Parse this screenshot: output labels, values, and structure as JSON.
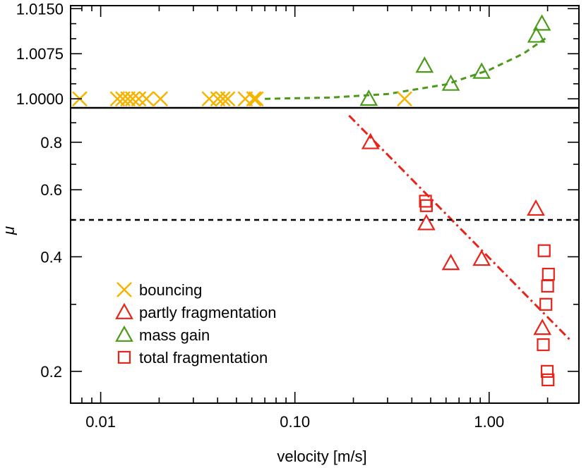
{
  "chart_data": {
    "type": "scatter",
    "xlabel": "velocity [m/s]",
    "ylabel": "μ",
    "x_scale": "log",
    "xlim": [
      0.007,
      2.9
    ],
    "upper_panel": {
      "ylim": [
        0.9985,
        1.0155
      ],
      "yticks": [
        {
          "value": 1.0,
          "label": "1.0000"
        },
        {
          "value": 1.0075,
          "label": "1.0075"
        },
        {
          "value": 1.015,
          "label": "1.0150"
        }
      ]
    },
    "lower_panel": {
      "y_scale": "log",
      "ylim": [
        0.165,
        0.985
      ],
      "yticks": [
        {
          "value": 0.2,
          "label": "0.2"
        },
        {
          "value": 0.4,
          "label": "0.4"
        },
        {
          "value": 0.6,
          "label": "0.6"
        },
        {
          "value": 0.8,
          "label": "0.8"
        }
      ],
      "reference_line": 0.5
    },
    "xticks": [
      {
        "value": 0.01,
        "label": "0.01"
      },
      {
        "value": 0.1,
        "label": "0.10"
      },
      {
        "value": 1.0,
        "label": "1.00"
      }
    ],
    "series": [
      {
        "name": "bouncing",
        "color": "#f5b400",
        "marker": "x",
        "panel": "upper",
        "points": [
          [
            0.0078,
            1.0
          ],
          [
            0.0122,
            1.0
          ],
          [
            0.013,
            1.0
          ],
          [
            0.0138,
            1.0
          ],
          [
            0.0146,
            1.0
          ],
          [
            0.0157,
            1.0
          ],
          [
            0.0172,
            1.0
          ],
          [
            0.0203,
            1.0
          ],
          [
            0.0362,
            1.0
          ],
          [
            0.0401,
            1.0
          ],
          [
            0.0426,
            1.0
          ],
          [
            0.0451,
            1.0
          ],
          [
            0.0555,
            1.0
          ],
          [
            0.0614,
            1.0
          ],
          [
            0.0631,
            1.0
          ],
          [
            0.367,
            1.0
          ]
        ]
      },
      {
        "name": "partly fragmentation",
        "color": "#e8231a",
        "marker": "triangle",
        "panel": "lower",
        "points": [
          [
            0.245,
            0.8
          ],
          [
            0.475,
            0.49
          ],
          [
            0.635,
            0.385
          ],
          [
            0.915,
            0.395
          ],
          [
            1.74,
            0.535
          ],
          [
            1.88,
            0.26
          ]
        ]
      },
      {
        "name": "mass gain",
        "color": "#4b9a1b",
        "marker": "triangle",
        "panel": "upper",
        "points": [
          [
            0.24,
            1.0
          ],
          [
            0.465,
            1.0055
          ],
          [
            0.635,
            1.0025
          ],
          [
            0.915,
            1.0045
          ],
          [
            1.75,
            1.0105
          ],
          [
            1.87,
            1.0125
          ]
        ]
      },
      {
        "name": "total fragmentation",
        "color": "#e8231a",
        "marker": "square",
        "panel": "lower",
        "points": [
          [
            0.47,
            0.56
          ],
          [
            0.475,
            0.545
          ],
          [
            1.9,
            0.235
          ],
          [
            1.92,
            0.415
          ],
          [
            1.96,
            0.3
          ],
          [
            2.0,
            0.335
          ],
          [
            2.02,
            0.36
          ],
          [
            1.99,
            0.2
          ],
          [
            2.01,
            0.19
          ]
        ]
      }
    ],
    "fits": [
      {
        "color": "#4b9a1b",
        "style": "dashed",
        "panel": "upper",
        "points": [
          [
            0.07,
            1.0
          ],
          [
            0.15,
            1.0002
          ],
          [
            0.3,
            1.0008
          ],
          [
            0.6,
            1.0024
          ],
          [
            1.0,
            1.0048
          ],
          [
            1.5,
            1.0075
          ],
          [
            2.0,
            1.0103
          ]
        ]
      },
      {
        "color": "#e8231a",
        "style": "dashdot",
        "panel": "lower",
        "points": [
          [
            0.19,
            0.94
          ],
          [
            2.65,
            0.24
          ]
        ]
      }
    ],
    "legend": {
      "placement": "lower-left",
      "entries": [
        {
          "label": "bouncing",
          "marker": "x",
          "color": "#f5b400"
        },
        {
          "label": "partly fragmentation",
          "marker": "triangle",
          "color": "#e8231a"
        },
        {
          "label": "mass gain",
          "marker": "triangle",
          "color": "#4b9a1b"
        },
        {
          "label": "total fragmentation",
          "marker": "square",
          "color": "#e8231a"
        }
      ]
    }
  }
}
